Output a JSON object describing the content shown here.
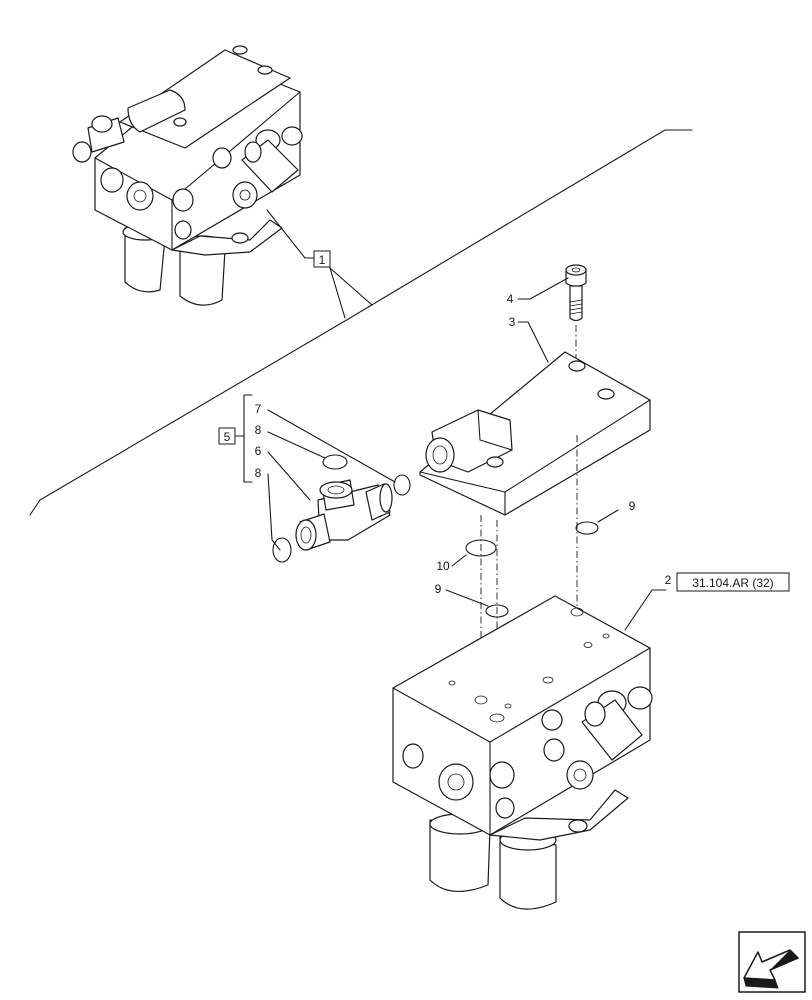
{
  "callouts": {
    "c1": "1",
    "c2": "2",
    "c2_ref": "31.104.AR (32)",
    "c3": "3",
    "c4": "4",
    "c5": "5",
    "c6": "6",
    "c7": "7",
    "c8a": "8",
    "c8b": "8",
    "c9a": "9",
    "c9b": "9",
    "c10": "10"
  },
  "icons": {
    "nav_arrow": "bottom-left-arrow-icon"
  }
}
